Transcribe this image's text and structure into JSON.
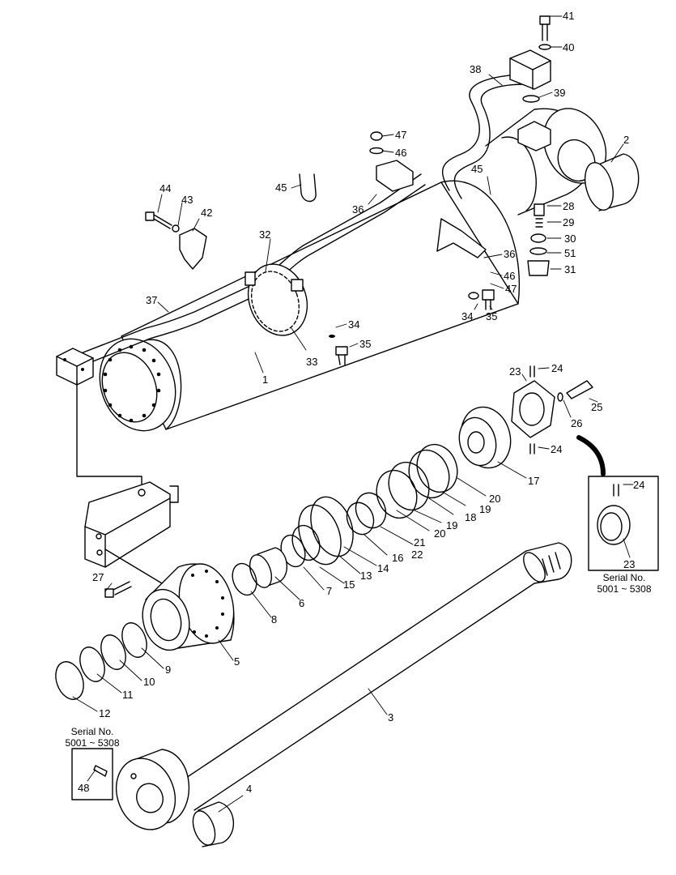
{
  "labels": [
    {
      "id": "l41",
      "text": "41"
    },
    {
      "id": "l40",
      "text": "40"
    },
    {
      "id": "l38",
      "text": "38"
    },
    {
      "id": "l39",
      "text": "39"
    },
    {
      "id": "l2",
      "text": "2"
    },
    {
      "id": "l47a",
      "text": "47"
    },
    {
      "id": "l46a",
      "text": "46"
    },
    {
      "id": "l45a",
      "text": "45"
    },
    {
      "id": "l45b",
      "text": "45"
    },
    {
      "id": "l36a",
      "text": "36"
    },
    {
      "id": "l44",
      "text": "44"
    },
    {
      "id": "l43",
      "text": "43"
    },
    {
      "id": "l42",
      "text": "42"
    },
    {
      "id": "l28",
      "text": "28"
    },
    {
      "id": "l29",
      "text": "29"
    },
    {
      "id": "l30",
      "text": "30"
    },
    {
      "id": "l51",
      "text": "51"
    },
    {
      "id": "l31",
      "text": "31"
    },
    {
      "id": "l32",
      "text": "32"
    },
    {
      "id": "l36b",
      "text": "36"
    },
    {
      "id": "l46b",
      "text": "46"
    },
    {
      "id": "l47b",
      "text": "47"
    },
    {
      "id": "l34a",
      "text": "34"
    },
    {
      "id": "l35a",
      "text": "35"
    },
    {
      "id": "l37",
      "text": "37"
    },
    {
      "id": "l34b",
      "text": "34"
    },
    {
      "id": "l35b",
      "text": "35"
    },
    {
      "id": "l33",
      "text": "33"
    },
    {
      "id": "l1",
      "text": "1"
    },
    {
      "id": "l23a",
      "text": "23"
    },
    {
      "id": "l24a",
      "text": "24"
    },
    {
      "id": "l25",
      "text": "25"
    },
    {
      "id": "l26",
      "text": "26"
    },
    {
      "id": "l24b",
      "text": "24"
    },
    {
      "id": "l17",
      "text": "17"
    },
    {
      "id": "l20a",
      "text": "20"
    },
    {
      "id": "l19a",
      "text": "19"
    },
    {
      "id": "l18",
      "text": "18"
    },
    {
      "id": "l24c",
      "text": "24"
    },
    {
      "id": "l19b",
      "text": "19"
    },
    {
      "id": "l20b",
      "text": "20"
    },
    {
      "id": "l21",
      "text": "21"
    },
    {
      "id": "l22",
      "text": "22"
    },
    {
      "id": "l16",
      "text": "16"
    },
    {
      "id": "l14",
      "text": "14"
    },
    {
      "id": "l13",
      "text": "13"
    },
    {
      "id": "l15",
      "text": "15"
    },
    {
      "id": "l7",
      "text": "7"
    },
    {
      "id": "l23b",
      "text": "23"
    },
    {
      "id": "l6",
      "text": "6"
    },
    {
      "id": "l8",
      "text": "8"
    },
    {
      "id": "l27",
      "text": "27"
    },
    {
      "id": "l9",
      "text": "9"
    },
    {
      "id": "l5",
      "text": "5"
    },
    {
      "id": "l10",
      "text": "10"
    },
    {
      "id": "l11",
      "text": "11"
    },
    {
      "id": "l12",
      "text": "12"
    },
    {
      "id": "l3",
      "text": "3"
    },
    {
      "id": "l48",
      "text": "48"
    },
    {
      "id": "l4",
      "text": "4"
    }
  ],
  "serial_right": {
    "line1": "Serial No.",
    "line2": "5001 ~ 5308"
  },
  "serial_left": {
    "line1": "Serial No.",
    "line2": "5001 ~ 5308"
  }
}
